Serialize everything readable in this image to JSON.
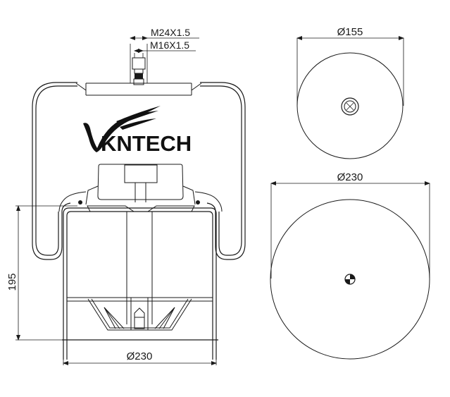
{
  "brand": {
    "logo_text": "KNTECH",
    "logo_mark": "V"
  },
  "dimensions": {
    "thread_outer": "M24X1.5",
    "thread_inner": "M16X1.5",
    "height": "195",
    "base_diameter": "Ø230",
    "top_view_diameter": "Ø155",
    "bottom_view_diameter": "Ø230"
  },
  "colors": {
    "line": "#1a1a1a",
    "background": "#ffffff"
  }
}
